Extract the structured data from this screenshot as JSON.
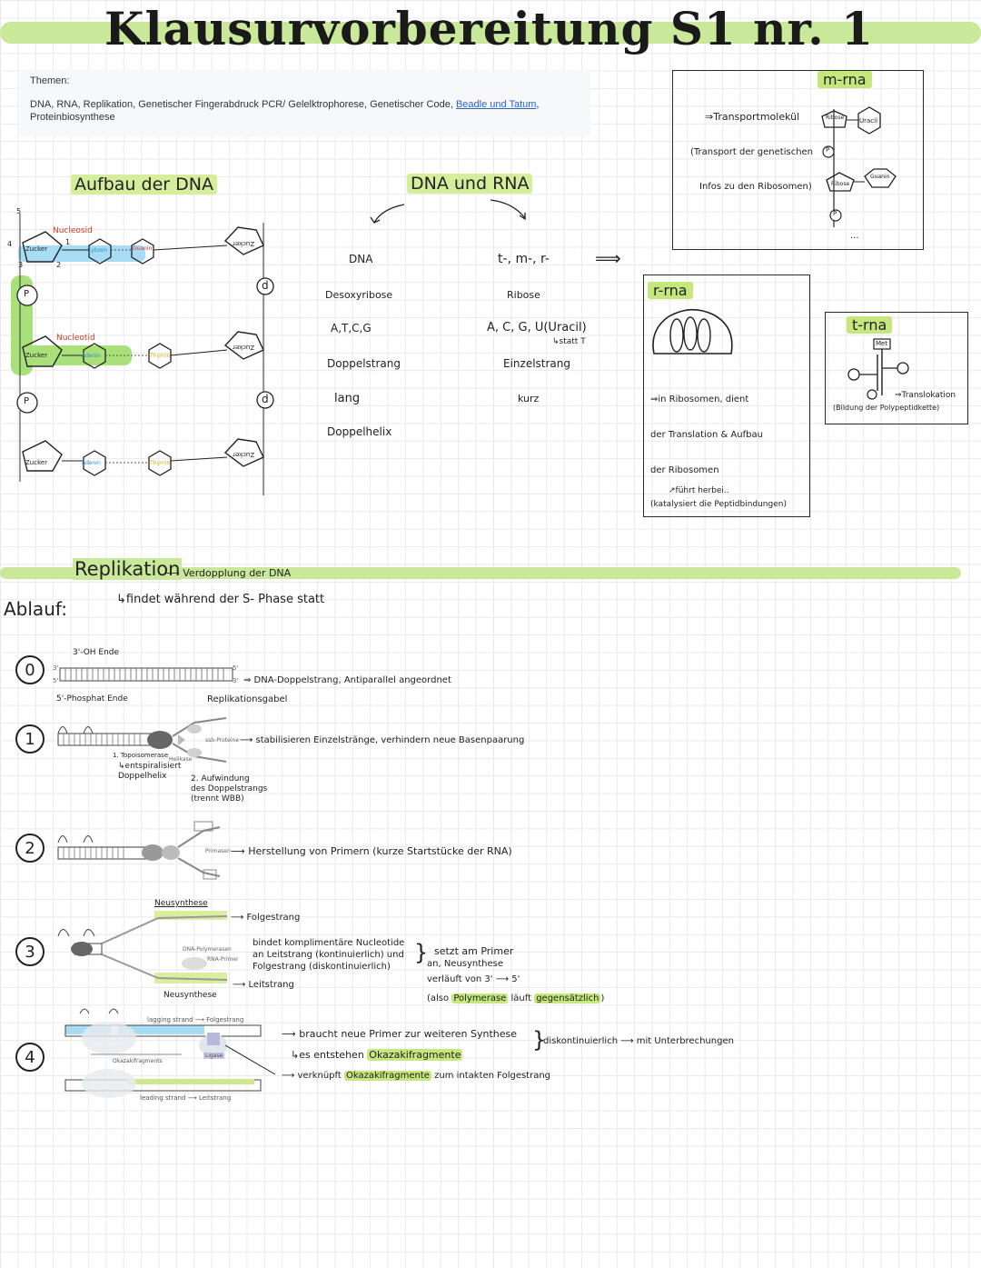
{
  "title": "Klausurvorbereitung S1 nr. 1",
  "themes": {
    "label": "Themen:",
    "text_before_link": "DNA, RNA, Replikation, Genetischer Fingerabdruck PCR/ Gelelktrophorese, Genetischer Code,",
    "link_text": "Beadle und Tatum",
    "text_after_link": ", Proteinbiosynthese"
  },
  "dna_structure": {
    "heading": "Aufbau der DNA",
    "nucleoside_label": "Nucleosid",
    "nucleotide_label": "Nucleotid",
    "sugar": "Zucker",
    "phosphate": "P",
    "bases": [
      "Cytosin",
      "Guanin",
      "Adenin",
      "Thymin",
      "Adenin",
      "Thymin"
    ],
    "deoxyribose_marker": "d",
    "carbon_numbers": [
      "5",
      "4",
      "3",
      "2",
      "1"
    ]
  },
  "comparison": {
    "heading": "DNA und RNA",
    "dna_column": {
      "header": "DNA",
      "sugar": "Desoxyribose",
      "bases": "A,T,C,G",
      "strand": "Doppelstrang",
      "length": "lang",
      "form": "Doppelhelix"
    },
    "rna_column": {
      "header": "t-, m-, r-",
      "sugar": "Ribose",
      "bases": "A, C, G, U(Uracil)",
      "bases_note": "↳statt T",
      "strand": "Einzelstrang",
      "length": "kurz"
    },
    "arrow": "⟹"
  },
  "mrna_box": {
    "title": "m-rna",
    "line1": "⇒Transportmolekül",
    "line2": "(Transport der genetischen",
    "line3": "Infos zu den Ribosomen)",
    "labels": [
      "Ribose",
      "Uracil",
      "Ribose",
      "Guanin",
      "P",
      "P"
    ],
    "dots": "..."
  },
  "rrna_box": {
    "title": "r-rna",
    "line1": "⇒in Ribosomen, dient",
    "line2": "der Translation & Aufbau",
    "line3": "der Ribosomen",
    "line4": "↗führt herbei..",
    "line5": "(katalysiert die Peptidbindungen)"
  },
  "trna_box": {
    "title": "t-rna",
    "met": "Met",
    "line1": "⇒Translokation",
    "line2": "(Bildung der Polypeptidkette)"
  },
  "replication": {
    "heading": "Replikation",
    "heading_suffix": "⟶ Verdopplung der DNA",
    "subline": "↳findet während der S- Phase statt",
    "ablauf": "Ablauf:",
    "steps": {
      "s0": {
        "num": "0",
        "oh_end": "3'-OH Ende",
        "p_end": "5'-Phosphat Ende",
        "desc": "⇒ DNA-Doppelstrang, Antiparallel angeordnet",
        "fork_label": "Replikationsgabel"
      },
      "s1": {
        "num": "1",
        "ssb": "ssb-Proteine",
        "ssb_desc": "⟶ stabilisieren Einzelstränge, verhindern neue Basenpaarung",
        "topo": "1. Topoisomerase",
        "topo_desc1": "↳entspiralisiert",
        "topo_desc2": "Doppelhelix",
        "helicase": "Helikase",
        "helicase_desc1": "2. Aufwindung",
        "helicase_desc2": "des Doppelstrangs",
        "helicase_desc3": "(trennt WBB)"
      },
      "s2": {
        "num": "2",
        "primase": "Primasen",
        "primase_desc": "⟶ Herstellung von Primern (kurze Startstücke der RNA)"
      },
      "s3": {
        "num": "3",
        "neusynthese_top": "Neusynthese",
        "neusynthese_bottom": "Neusynthese",
        "folgestrang": "⟶ Folgestrang",
        "leitstrang": "⟶ Leitstrang",
        "polymerase": "DNA-Polymerasen",
        "rna_primer": "RNA-Primer",
        "desc1": "bindet komplimentäre Nucleotide",
        "desc2": "an Leitstrang (kontinuierlich) und",
        "desc3": "Folgestrang (diskontinuierlich)",
        "desc4": "setzt am Primer",
        "desc5": "an, Neusynthese",
        "desc6": "verläuft von 3' ⟶ 5'",
        "desc7_pre": "(also ",
        "desc7_hl1": "Polymerase",
        "desc7_mid": " läuft ",
        "desc7_hl2": "gegensätzlich",
        "desc7_post": ")"
      },
      "s4": {
        "num": "4",
        "lagging": "lagging strand ⟶ Folgestrang",
        "okazaki": "Okazakifragments",
        "ligase": "Ligase",
        "leading": "leading strand ⟶ Leitstrang",
        "desc1": "⟶ braucht neue Primer zur weiteren Synthese",
        "desc2_pre": "↳es entstehen ",
        "desc2_hl": "Okazakifragmente",
        "desc3_pre": "⟶ verknüpft ",
        "desc3_hl": "Okazakifragmente",
        "desc3_post": " zum intakten Folgestrang",
        "side": "diskontinuierlich ⟶ mit Unterbrechungen"
      }
    },
    "prime_labels": [
      "3'",
      "5'"
    ]
  },
  "colors": {
    "green_highlight": "#c5e77c",
    "blue_highlight": "#a8dcf5",
    "green_band": "#bfe08a",
    "ink": "#222222"
  }
}
